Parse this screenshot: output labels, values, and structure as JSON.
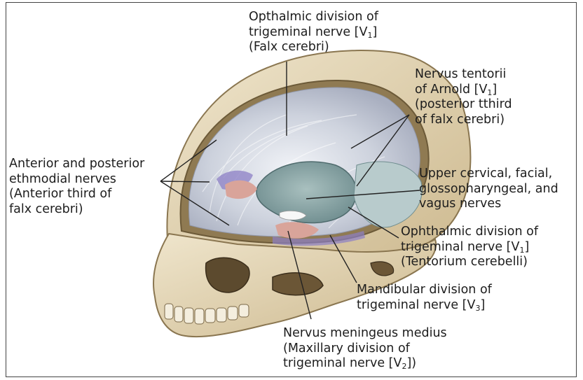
{
  "labels": {
    "opthalmic_falx": {
      "lines": [
        "Opthalmic division of",
        "trigeminal nerve [V",
        "(Falx cerebri)"
      ],
      "line2_sub": "1",
      "line2_tail": "]"
    },
    "tentorii": {
      "lines": [
        "Nervus tentorii",
        "of Arnold [V",
        "(posterior tthird",
        "of falx cerebri)"
      ],
      "line2_sub": "1",
      "line2_tail": "]"
    },
    "ethmoidal": {
      "lines": [
        "Anterior and posterior",
        "ethmodial nerves",
        "(Anterior third of",
        "falx cerebri)"
      ]
    },
    "cervical": {
      "lines": [
        "Upper cervical, facial,",
        "glossopharyngeal, and",
        "vagus nerves"
      ]
    },
    "ophthalmic_tentorium": {
      "lines": [
        "Ophthalmic division of",
        "trigeminal nerve [V",
        "(Tentorium cerebelli)"
      ],
      "line2_sub": "1",
      "line2_tail": "]"
    },
    "mandibular": {
      "lines": [
        "Mandibular division of",
        "trigeminal nerve [V"
      ],
      "line2_sub": "3",
      "line2_tail": "]"
    },
    "meningeus": {
      "lines": [
        "Nervus meningeus medius",
        "(Maxillary division of",
        "trigeminal nerve [V"
      ],
      "line3_sub": "2",
      "line3_tail": "])"
    }
  },
  "colors": {
    "bone": "#e8dcbf",
    "bone_shadow": "#b9a47a",
    "dura": "#c9ced9",
    "dura_light": "#e6e9f0",
    "tentorium": "#8fa7a8",
    "pink": "#d9a49a",
    "purple": "#8c7fc6",
    "leader": "#222222"
  }
}
